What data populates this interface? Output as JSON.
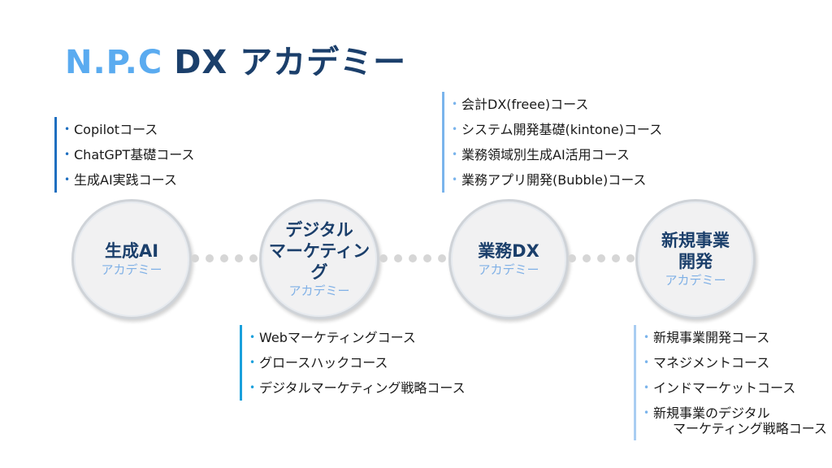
{
  "title": {
    "part1": "N.P.C",
    "part2": "DX アカデミー"
  },
  "colors": {
    "title_light": "#5aabf0",
    "title_dark": "#1b3f6b",
    "sub": "#7fb0e6"
  },
  "academies": [
    {
      "name": "生成AI",
      "sub": "アカデミー",
      "accent": "#1f6fc0",
      "courses": [
        "Copilotコース",
        "ChatGPT基礎コース",
        "生成AI実践コース"
      ]
    },
    {
      "name": "デジタル\nマーケティング",
      "sub": "アカデミー",
      "accent": "#1aa0dc",
      "courses": [
        "Webマーケティングコース",
        "グロースハックコース",
        "デジタルマーケティング戦略コース"
      ]
    },
    {
      "name": "業務DX",
      "sub": "アカデミー",
      "accent": "#7ab4ec",
      "courses": [
        "会計DX(freee)コース",
        "システム開発基礎(kintone)コース",
        "業務領域別生成AI活用コース",
        "業務アプリ開発(Bubble)コース"
      ]
    },
    {
      "name": "新規事業\n開発",
      "sub": "アカデミー",
      "accent": "#a9cdf2",
      "courses": [
        "新規事業開発コース",
        "マネジメントコース",
        "インドマーケットコース",
        "新規事業のデジタル",
        "マーケティング戦略コース"
      ]
    }
  ]
}
